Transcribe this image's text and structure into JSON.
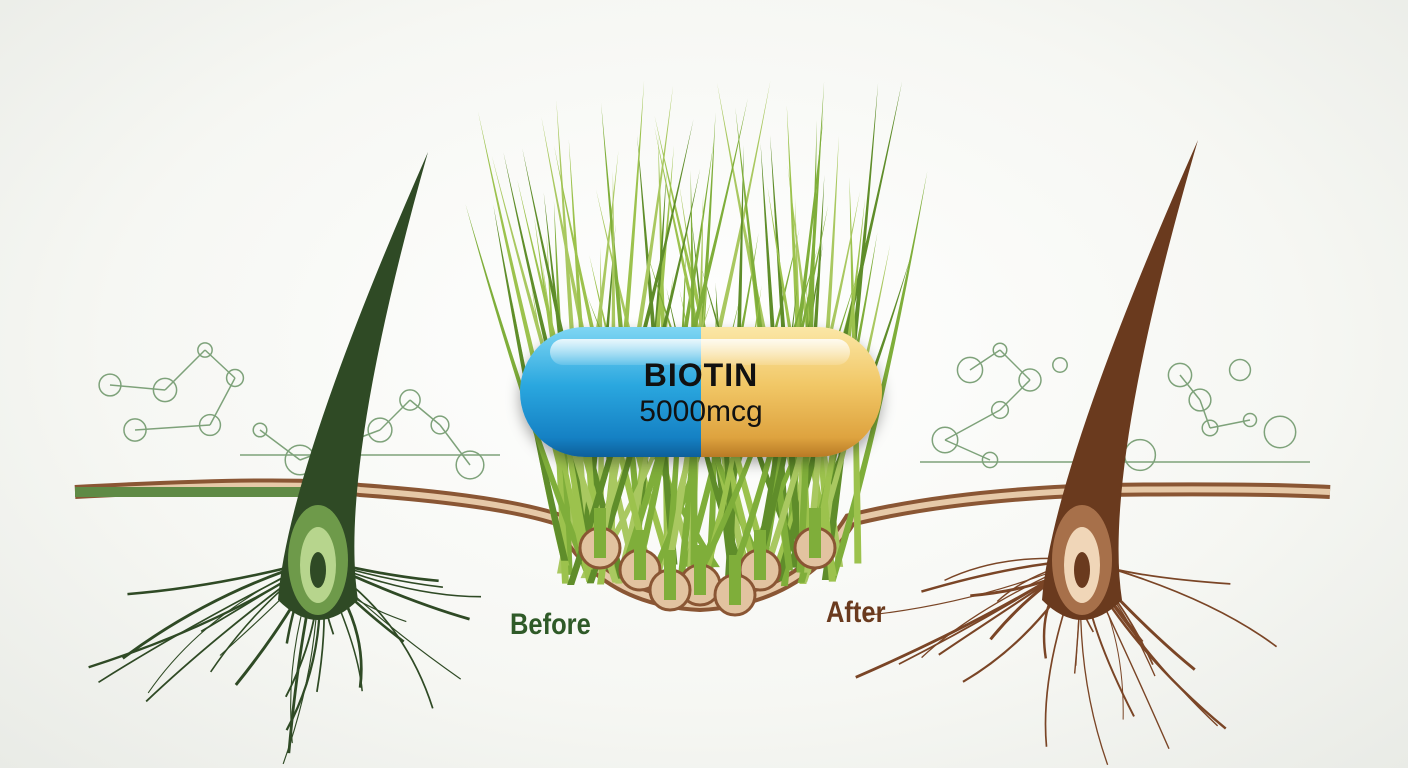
{
  "pill": {
    "name": "BIOTIN",
    "dose": "5000mcg",
    "colors": {
      "left": "#2aa7df",
      "right": "#f1c766"
    }
  },
  "labels": {
    "before": "Before",
    "after": "After"
  },
  "colors": {
    "before_hair": "#2f5a28",
    "after_hair": "#6a3a1e",
    "grass": "#7fae3a",
    "skin": "#8a5634"
  }
}
